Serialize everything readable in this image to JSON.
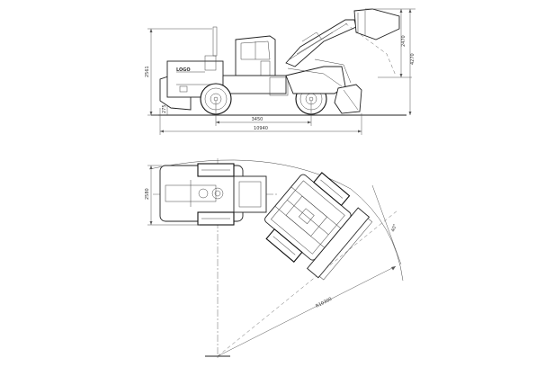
{
  "side_view": {
    "overall_height": "2561",
    "height_2": "4270",
    "height_3": "2470",
    "wheelbase": "3450",
    "overall_length": "10940",
    "ground_clearance": "275"
  },
  "plan_view": {
    "width": "2580",
    "turn_angle": "40°",
    "turn_radius": "R10300"
  }
}
